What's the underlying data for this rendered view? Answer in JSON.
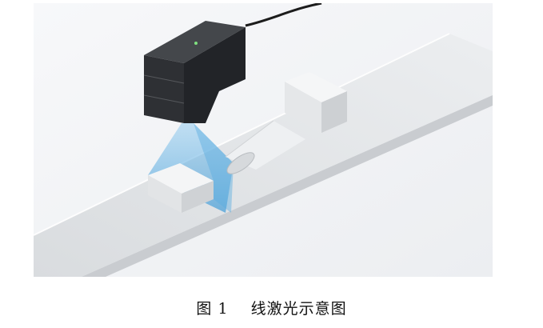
{
  "figure": {
    "label": "图 1",
    "title": "线激光示意图",
    "illustration": "line-laser-sensor-over-conveyor",
    "colors": {
      "belt": "#e4e6e9",
      "sensor": "#2b2d30",
      "laser": "#6fb5e0"
    }
  }
}
